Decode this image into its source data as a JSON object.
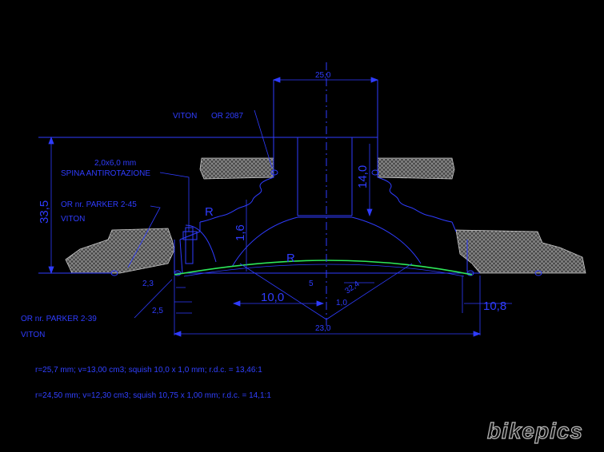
{
  "labels": {
    "bore_width": "25,0",
    "viton_top": "VITON",
    "or_2087": "OR 2087",
    "pin_size": "2,0x6,0 mm",
    "pin_name": "SPINA ANTIROTAZIONE",
    "or_parker_245": "OR nr. PARKER 2-45",
    "viton_mid": "VITON",
    "height_total": "33,5",
    "depth_14": "14,0",
    "depth_16": "1,6",
    "r_left": "R",
    "r_dome": "R",
    "dim_23": "2,3",
    "dim_10": "10,0",
    "dim_25": "2,5",
    "dim_108": "10,8",
    "dim_base": "23,0",
    "dim_12": "1,0",
    "dim_324": "32,4",
    "dim_5": "5",
    "or_parker_239": "OR nr. PARKER 2-39",
    "viton_bottom": "VITON"
  },
  "notes": [
    "r=25,7 mm; v=13,00 cm3; squish 10,0 x 1,0 mm; r.d.c. = 13,46:1",
    "r=24,50 mm; v=12,30 cm3; squish 10,75 x 1,00 mm; r.d.c. = 14,1:1"
  ],
  "watermark": "bikepics",
  "colors": {
    "line": "#2f3cff",
    "piston": "#2ee85a",
    "hatch": "#9a9a9a",
    "background": "#000000"
  }
}
